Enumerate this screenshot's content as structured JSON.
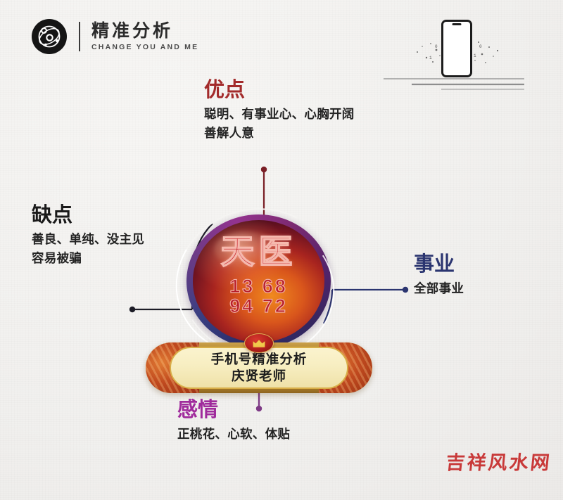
{
  "header": {
    "logo_icon": "orbit-circle-logo-icon",
    "brand_title": "精准分析",
    "brand_subtitle": "CHANGE YOU AND ME",
    "phone_icon": "smartphone-icon",
    "particles_icon": "data-particles-icon",
    "rules_icon": "header-rule-lines-icon"
  },
  "orb": {
    "label": "天医",
    "number_line_1": "13 68",
    "number_line_2": "94 72",
    "ring_color_left": "#7d2a72",
    "ring_color_right": "#2b2f6e",
    "body_color": "#d9561c"
  },
  "banner": {
    "crown_icon": "crown-icon",
    "line_1": "手机号精准分析",
    "line_2": "庆贤老师",
    "plate_color": "#caa04a",
    "inner_color": "#f7eec1"
  },
  "callouts": {
    "advantages": {
      "heading": "优点",
      "line_1": "聪明、有事业心、心胸开阔",
      "line_2": "善解人意",
      "color": "#a32b2b"
    },
    "disadvantages": {
      "heading": "缺点",
      "line_1": "善良、单纯、没主见",
      "line_2": "容易被骗",
      "color": "#1a1a1a"
    },
    "career": {
      "heading": "事业",
      "line_1": "全部事业",
      "color": "#2b3570"
    },
    "relationship": {
      "heading": "感情",
      "line_1": "正桃花、心软、体贴",
      "color": "#a02b9c"
    }
  },
  "connectors": {
    "top_color": "#7a1f26",
    "left_color": "#1c1c26",
    "right_color": "#2b3570",
    "bottom_color": "#7e3a86"
  },
  "watermark": {
    "text": "吉祥风水网",
    "color": "#c62b2b"
  },
  "background": {
    "color": "#f3f2f0"
  }
}
